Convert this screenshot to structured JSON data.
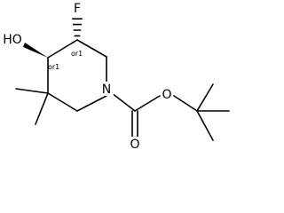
{
  "molecule": {
    "atoms": {
      "fluorine": "F",
      "hydroxyl": "HO",
      "nitrogen": "N",
      "carbonyl_oxygen": "O",
      "ester_oxygen": "O"
    },
    "stereo_labels": [
      "or1",
      "or1"
    ]
  }
}
